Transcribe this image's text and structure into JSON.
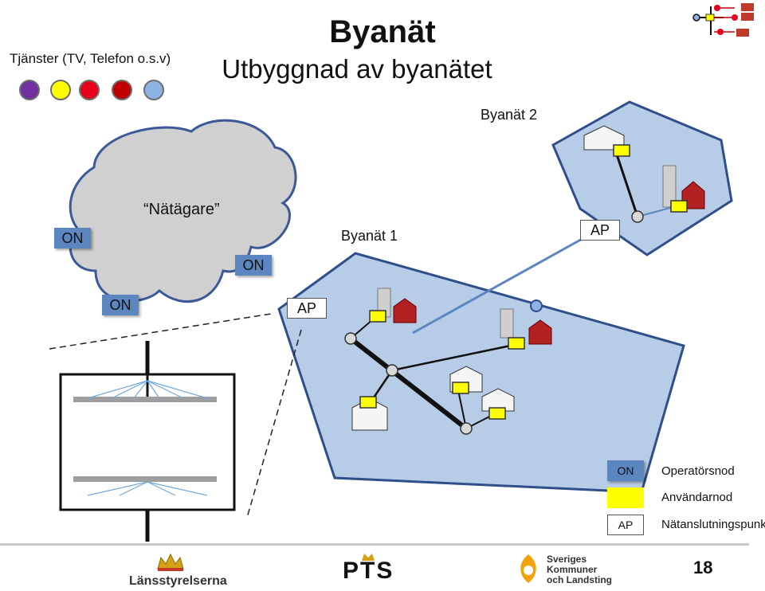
{
  "header": {
    "title": "Byanät",
    "subtitle": "Utbyggnad av byanätet",
    "services_label": "Tjänster (TV, Telefon o.s.v)"
  },
  "service_dots": [
    {
      "name": "purple",
      "color": "#7030a0"
    },
    {
      "name": "yellow",
      "color": "#ffff00"
    },
    {
      "name": "red",
      "color": "#e8001c"
    },
    {
      "name": "darkred",
      "color": "#c00000"
    },
    {
      "name": "lightblue",
      "color": "#8db3e2"
    }
  ],
  "network": {
    "owner_label": "Nätägare",
    "village1_label": "Byanät 1",
    "village2_label": "Byanät 2",
    "on_label": "ON",
    "ap_label": "AP"
  },
  "legend": {
    "items": [
      {
        "box": "ON",
        "text": "Operatörsnod"
      },
      {
        "box": "",
        "text": "Användarnod"
      },
      {
        "box": "AP",
        "text": "Nätanslutningspunkt"
      }
    ]
  },
  "footer": {
    "logo1": "Länsstyrelserna",
    "logo2": "PTS",
    "logo3_line1": "Sveriges",
    "logo3_line2": "Kommuner",
    "logo3_line3": "och Landsting",
    "page_number": "18"
  },
  "colors": {
    "polygon_fill": "#b7cce6",
    "polygon_stroke": "#2f4f8a",
    "cloud_fill": "#d0d0d0",
    "cloud_stroke": "#3b5998",
    "on_box": "#5b86bf",
    "user_node": "#ffff00",
    "link_line": "#5b86bf"
  }
}
